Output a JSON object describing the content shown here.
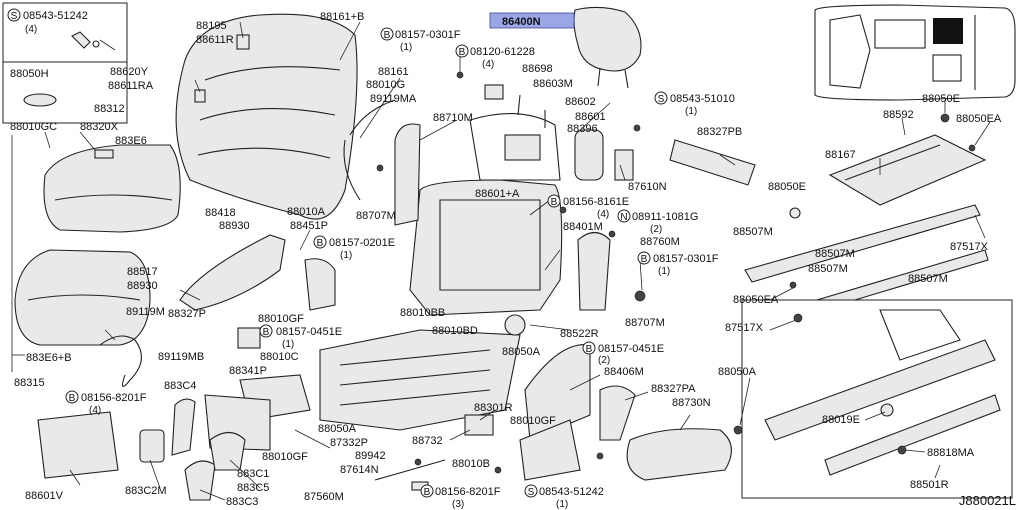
{
  "diagram_code": "J880021L",
  "highlight": {
    "part": "86400N",
    "color": "#9aa6e6"
  },
  "callout_box": {
    "screw": "08543-51242",
    "screw_qty": "(4)",
    "plug": "88050H"
  },
  "labels": {
    "p88195": "88195",
    "p88611R": "88611R",
    "p88161B": "88161+B",
    "b08157_0301F": "08157-0301F",
    "q1a": "(1)",
    "b08120_61228": "08120-61228",
    "q4a": "(4)",
    "p88620Y": "88620Y",
    "p88611RA": "88611RA",
    "p88161": "88161",
    "p88010G": "88010G",
    "p89119MA": "89119MA",
    "p88698": "88698",
    "p88603M": "88603M",
    "p88312": "88312",
    "p88602": "88602",
    "s08543_51010": "08543-51010",
    "q1b": "(1)",
    "p88010GC": "88010GC",
    "p88320X": "88320X",
    "p883E6": "883E6",
    "p88710M": "88710M",
    "p88601": "88601",
    "p88396": "88396",
    "p88327PB": "88327PB",
    "p88592": "88592",
    "p88050E_top": "88050E",
    "p88050EA_top": "88050EA",
    "p88167": "88167",
    "p87610N": "87610N",
    "p88050E": "88050E",
    "p88601A": "88601+A",
    "p88418": "88418",
    "p88930a": "88930",
    "p88010A": "88010A",
    "p88451P": "88451P",
    "b08157_0201E": "08157-0201E",
    "q1c": "(1)",
    "p88707M_a": "88707M",
    "b08156_8161E": "08156-8161E",
    "q4b": "(4)",
    "n08911_1081G": "08911-1081G",
    "q2a": "(2)",
    "p88401M": "88401M",
    "p88760M": "88760M",
    "p88507M_a": "88507M",
    "p88507M_b": "88507M",
    "p87517X_a": "87517X",
    "p88517": "88517",
    "p88930b": "88930",
    "b08157_0301F_b": "08157-0301F",
    "q1d": "(1)",
    "p88507M_c": "88507M",
    "p88507M_d": "88507M",
    "p89119M": "89119M",
    "p88327P": "88327P",
    "p88010GF_a": "88010GF",
    "b08157_0451E": "08157-0451E",
    "q1e": "(1)",
    "p88010BB": "88010BB",
    "p88707M_b": "88707M",
    "p88050EA": "88050EA",
    "p87517X_b": "87517X",
    "p89119MB": "89119MB",
    "p88010C": "88010C",
    "p88010BD": "88010BD",
    "p88522R": "88522R",
    "p883E6B": "883E6+B",
    "p88341P": "88341P",
    "p88050A_a": "88050A",
    "b08157_0451E_b": "08157-0451E",
    "q2b": "(2)",
    "p88050A_b": "88050A",
    "p88315": "88315",
    "p883C4": "883C4",
    "p88406M": "88406M",
    "b08156_8201F": "08156-8201F",
    "q4c": "(4)",
    "p88301R": "88301R",
    "p88327PA": "88327PA",
    "p88730N": "88730N",
    "p88019E": "88019E",
    "p88010GF_b": "88010GF",
    "p88050A_c": "88050A",
    "p87332P": "87332P",
    "p88732": "88732",
    "p88818MA": "88818MA",
    "p88010GF_c": "88010GF",
    "p89942": "89942",
    "p88010B": "88010B",
    "p87614N": "87614N",
    "p88601V": "88601V",
    "p883C2M": "883C2M",
    "p883C1": "883C1",
    "p883C5": "883C5",
    "p88501R": "88501R",
    "p883C3": "883C3",
    "p87560M": "87560M",
    "b08156_8201F_b": "08156-8201F",
    "q3": "(3)",
    "s08543_51242": "08543-51242",
    "q1f": "(1)"
  },
  "symbols": {
    "screw": "S",
    "bolt": "B",
    "nut": "N"
  }
}
